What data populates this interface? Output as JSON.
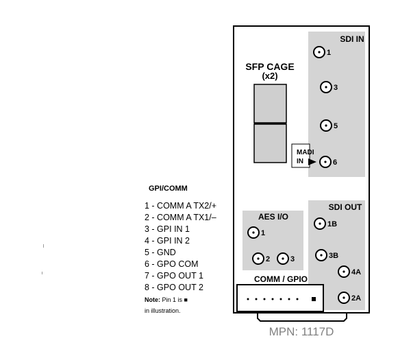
{
  "panel": {
    "sdi_in": {
      "title": "SDI IN",
      "connectors": [
        "1",
        "3",
        "5",
        "6"
      ]
    },
    "sfp": {
      "title_line1": "SFP CAGE",
      "title_line2": "(x2)"
    },
    "madi": {
      "line1": "MADI",
      "line2": "IN"
    },
    "aes": {
      "title": "AES I/O",
      "connectors": [
        "1",
        "2",
        "3"
      ]
    },
    "sdi_out": {
      "title": "SDI OUT",
      "connectors": [
        "1B",
        "3B",
        "4A",
        "2A"
      ]
    },
    "comm_gpio": {
      "title": "COMM / GPIO",
      "pin_count": 8
    },
    "mpn": "MPN: 1117D"
  },
  "pinout": {
    "title": "GPI/COMM",
    "pins": [
      "1 - COMM A TX2/+",
      "2 - COMM A TX1/–",
      "3 - GPI IN 1",
      "4 - GPI IN 2",
      "5 - GND",
      "6 - GPO COM",
      "7 - GPO OUT 1",
      "8 - GPO OUT 2"
    ],
    "note_label": "Note:",
    "note_text1": " Pin 1 is ■",
    "note_text2": "in illustration."
  },
  "colors": {
    "panel_fill": "#ffffff",
    "region_gray": "#d4d4d4",
    "sfp_gray": "#cfcfcf",
    "stroke": "#000000",
    "mpn_text": "#808080"
  }
}
